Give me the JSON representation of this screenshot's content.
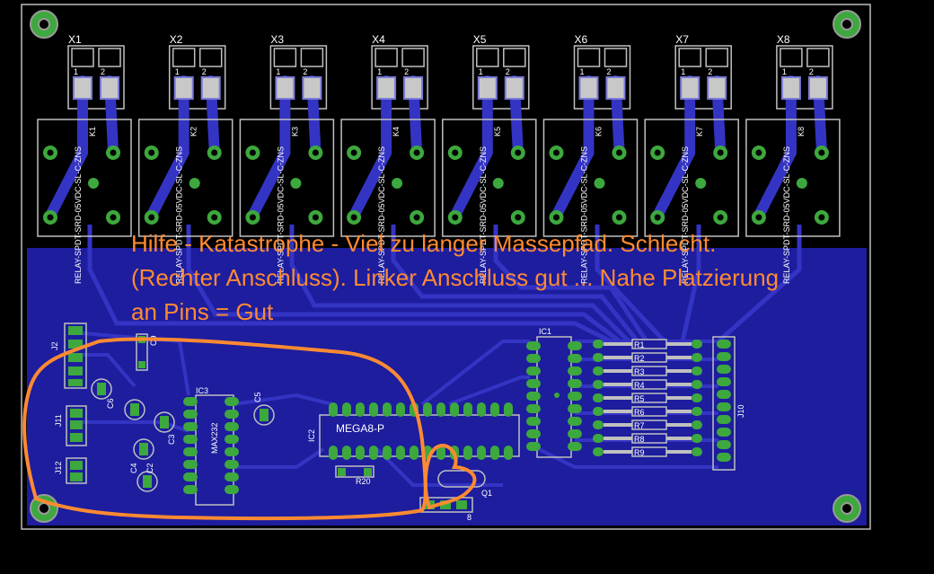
{
  "annotation": {
    "lines": [
      "Hilfe - Katastrophe - Viel zu langer Massepfad. Schlecht.",
      "(Rechter Anschluss). Linker Anschluss gut ... Nahe Platzierung",
      "an Pins = Gut"
    ],
    "color": "#ff8a32"
  },
  "connectors": [
    "X1",
    "X2",
    "X3",
    "X4",
    "X5",
    "X6",
    "X7",
    "X8"
  ],
  "relays": {
    "refs": [
      "K1",
      "K2",
      "K3",
      "K4",
      "K5",
      "K6",
      "K7",
      "K8"
    ],
    "part": "RELAY-SPDT-SRD-05VDC-SL-C-ZNS",
    "pin_numbers": [
      "1",
      "2"
    ]
  },
  "components": {
    "ic1": "IC1",
    "ic2": "IC2",
    "ic2_value": "MEGA8-P",
    "ic3": "IC3",
    "ic3_value": "MAX232",
    "j2": "J2",
    "j10": "J10",
    "j11": "J11",
    "j12": "J12",
    "r1": "R1",
    "r2": "R2",
    "r3": "R3",
    "r4": "R4",
    "r5": "R5",
    "r6": "R6",
    "r7": "R7",
    "r8": "R8",
    "r9": "R9",
    "r20": "R20",
    "c2": "C2",
    "c3": "C3",
    "c4": "C4",
    "c5": "C5",
    "c6": "C6",
    "c9": "C9",
    "q1": "Q1",
    "r8b": "8"
  },
  "colors": {
    "board": "#1d1d9e",
    "trace": "#2f2fc8",
    "pad": "#2f9a2f",
    "silk": "#c0c0c0",
    "highlight": "#ff8a32"
  }
}
